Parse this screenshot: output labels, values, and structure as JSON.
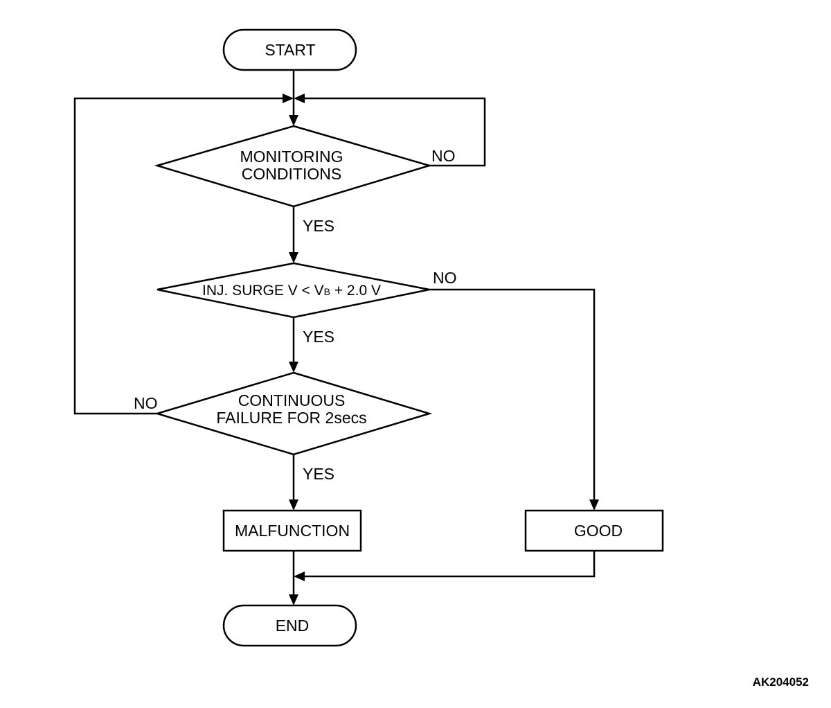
{
  "flowchart": {
    "start": "START",
    "end": "END",
    "decisions": {
      "monitoring": {
        "line1": "MONITORING",
        "line2": "CONDITIONS"
      },
      "surge": {
        "prefix": "INJ. SURGE V < V",
        "subscript": "B",
        "suffix": " + 2.0 V"
      },
      "continuous": {
        "line1": "CONTINUOUS",
        "line2": "FAILURE FOR 2secs"
      }
    },
    "processes": {
      "malfunction": "MALFUNCTION",
      "good": "GOOD"
    },
    "edge_labels": {
      "monitoring_no": "NO",
      "monitoring_yes": "YES",
      "surge_no": "NO",
      "surge_yes": "YES",
      "continuous_no": "NO",
      "continuous_yes": "YES"
    }
  },
  "figure_code": "AK204052"
}
